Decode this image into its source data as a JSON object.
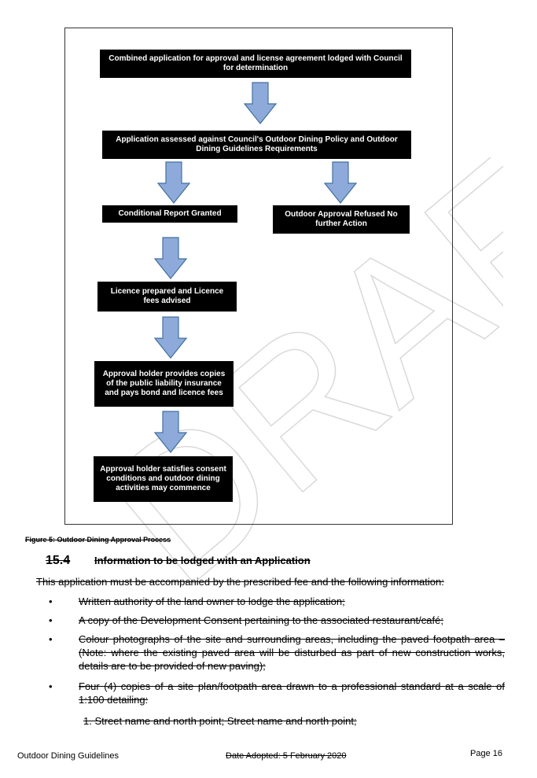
{
  "flowchart": {
    "box1": "Combined application for approval and license agreement lodged with Council for determination",
    "box2": "Application assessed against Council's Outdoor Dining Policy and Outdoor Dining Guidelines Requirements",
    "box3": "Conditional Report Granted",
    "box4": "Outdoor Approval Refused No further Action",
    "box5": "Licence prepared and Licence fees advised",
    "box6": "Approval holder provides copies of the public liability insurance and pays bond and licence fees",
    "box7": "Approval holder satisfies consent conditions and outdoor dining activities may commence"
  },
  "watermark_text": "DRAFT",
  "caption": "Figure 5: Outdoor Dining Approval Process",
  "section": {
    "number": "15.4",
    "title": "Information to be lodged with an Application"
  },
  "intro": "This application must be accompanied by the prescribed fee and the following information:",
  "bullets": [
    "Written authority of the land owner to lodge the application;",
    "A copy of the Development Consent pertaining to the associated restaurant/café;",
    "Colour photographs of the site and surrounding areas, including the paved footpath area – (Note: where the existing paved area will be disturbed as part of new construction works, details are to be provided of new paving);",
    "Four (4) copies of a site plan/footpath area drawn to a professional standard at a scale of 1:100 detailing:"
  ],
  "numbered_item": "1.   Street name and north point; Street name and north point;",
  "footer": {
    "left": "Outdoor Dining Guidelines",
    "center": "Date Adopted: 5 February 2020",
    "right": "Page 16"
  },
  "colors": {
    "arrow_fill": "#8eaadb",
    "arrow_stroke": "#41719c",
    "box_fill": "#000000"
  }
}
